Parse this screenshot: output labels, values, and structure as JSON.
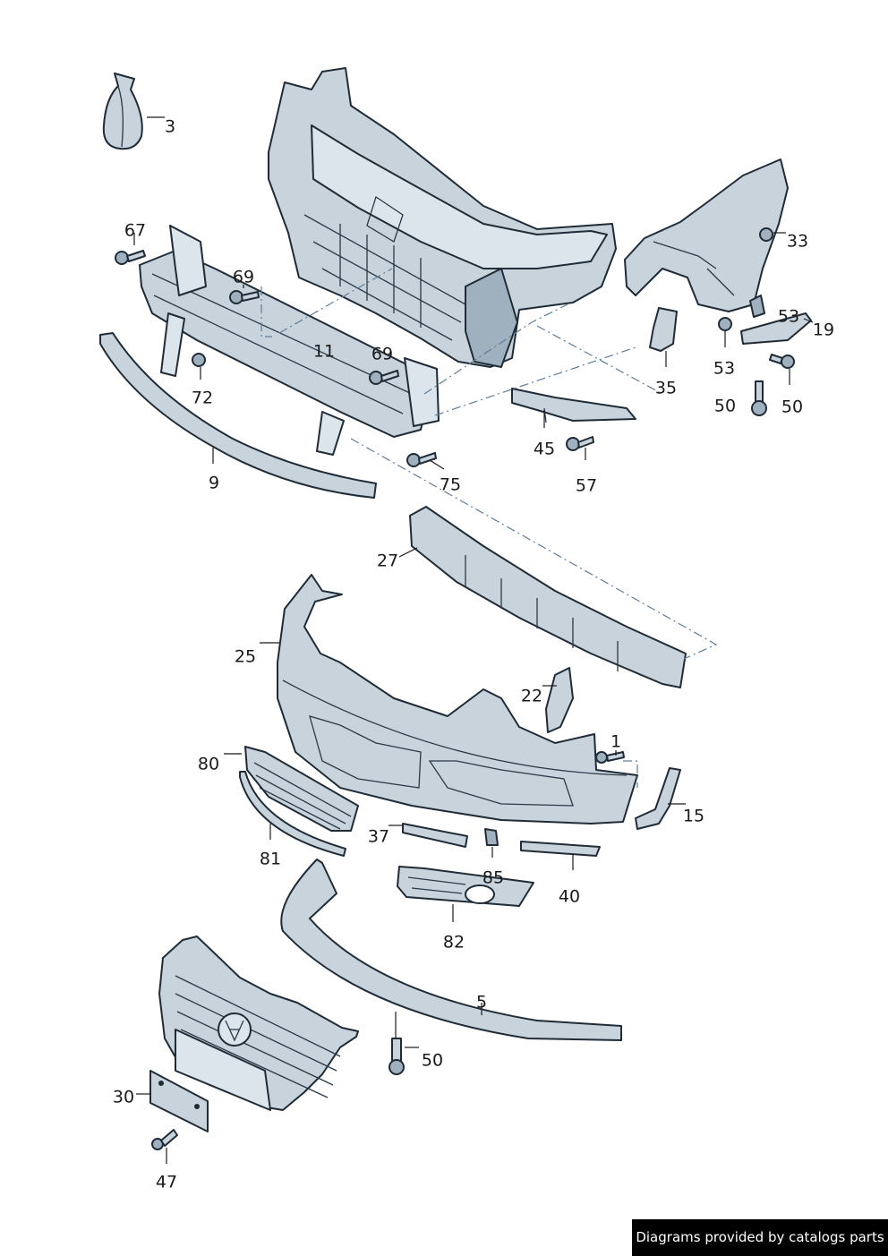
{
  "callouts": [
    {
      "id": "3",
      "label": "3"
    },
    {
      "id": "67",
      "label": "67"
    },
    {
      "id": "69a",
      "label": "69"
    },
    {
      "id": "11",
      "label": "11"
    },
    {
      "id": "69b",
      "label": "69"
    },
    {
      "id": "72",
      "label": "72"
    },
    {
      "id": "9",
      "label": "9"
    },
    {
      "id": "75",
      "label": "75"
    },
    {
      "id": "33",
      "label": "33"
    },
    {
      "id": "53a",
      "label": "53"
    },
    {
      "id": "19",
      "label": "19"
    },
    {
      "id": "53b",
      "label": "53"
    },
    {
      "id": "35",
      "label": "35"
    },
    {
      "id": "50a",
      "label": "50"
    },
    {
      "id": "50b",
      "label": "50"
    },
    {
      "id": "45",
      "label": "45"
    },
    {
      "id": "57",
      "label": "57"
    },
    {
      "id": "27",
      "label": "27"
    },
    {
      "id": "25",
      "label": "25"
    },
    {
      "id": "22",
      "label": "22"
    },
    {
      "id": "1",
      "label": "1"
    },
    {
      "id": "80",
      "label": "80"
    },
    {
      "id": "15",
      "label": "15"
    },
    {
      "id": "37",
      "label": "37"
    },
    {
      "id": "81",
      "label": "81"
    },
    {
      "id": "85",
      "label": "85"
    },
    {
      "id": "40",
      "label": "40"
    },
    {
      "id": "82",
      "label": "82"
    },
    {
      "id": "5",
      "label": "5"
    },
    {
      "id": "50c",
      "label": "50"
    },
    {
      "id": "30",
      "label": "30"
    },
    {
      "id": "47",
      "label": "47"
    }
  ],
  "footer": {
    "credit": "Diagrams provided by catalogs parts"
  },
  "colors": {
    "part_fill": "#c9d3dc",
    "outline": "#1f2c37",
    "dash_line": "#5e7d99",
    "credit_bg": "#000000"
  }
}
